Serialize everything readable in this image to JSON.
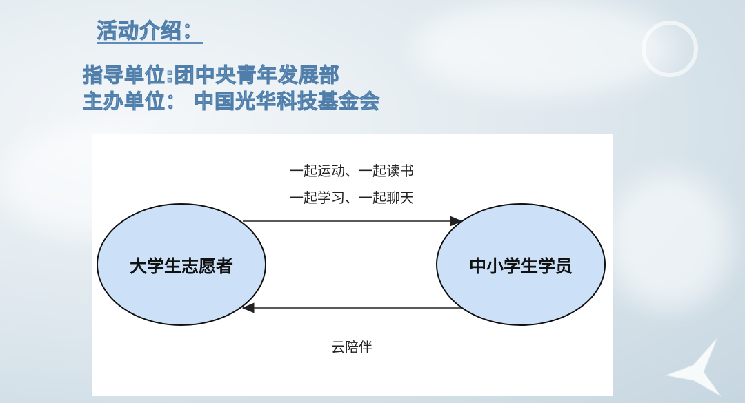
{
  "slide": {
    "title": "活动介绍：",
    "guide_unit": "指导单位:团中央青年发展部",
    "host_unit": "主办单位： 中国光华科技基金会"
  },
  "diagram": {
    "left_node": "大学生志愿者",
    "right_node": "中小学生学员",
    "top_label_line1": "一起运动、一起读书",
    "top_label_line2": "一起学习、一起聊天",
    "bottom_label": "云陪伴",
    "node_fill": "#cce0f7"
  }
}
